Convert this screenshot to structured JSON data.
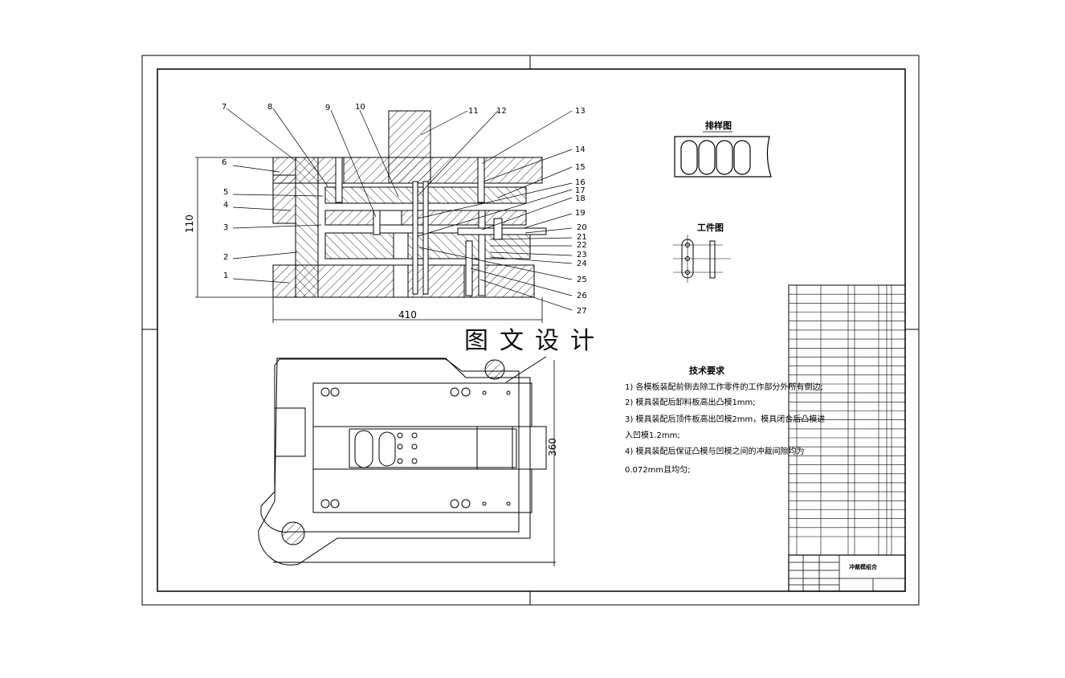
{
  "drawing": {
    "balloons": [
      "1",
      "2",
      "3",
      "4",
      "5",
      "6",
      "7",
      "8",
      "9",
      "10",
      "11",
      "12",
      "13",
      "14",
      "15",
      "16",
      "17",
      "18",
      "19",
      "20",
      "21",
      "22",
      "23",
      "24",
      "25",
      "26",
      "27"
    ],
    "dim_height": "110",
    "dim_width": "410",
    "dim_plan": "360",
    "watermark": "图文设计",
    "strip_layout_title": "排样图",
    "part_title": "工件图"
  },
  "tech_requirements": {
    "title": "技术要求",
    "lines": [
      "1) 各模板装配前侧去除工作零件的工作部分外所有倒边;",
      "2) 模具装配后卸料板高出凸模1mm;",
      "3) 模具装配后顶件板高出凹模2mm，模具闭合后凸模进",
      "入凹模1.2mm;",
      "4) 模具装配后保证凸模与凹模之间的冲裁间隙均为",
      "0.072mm且均匀;"
    ]
  },
  "title_block": {
    "drawing_name": "冲裁模组合"
  },
  "colors": {
    "line": "#000000",
    "background": "#ffffff"
  }
}
